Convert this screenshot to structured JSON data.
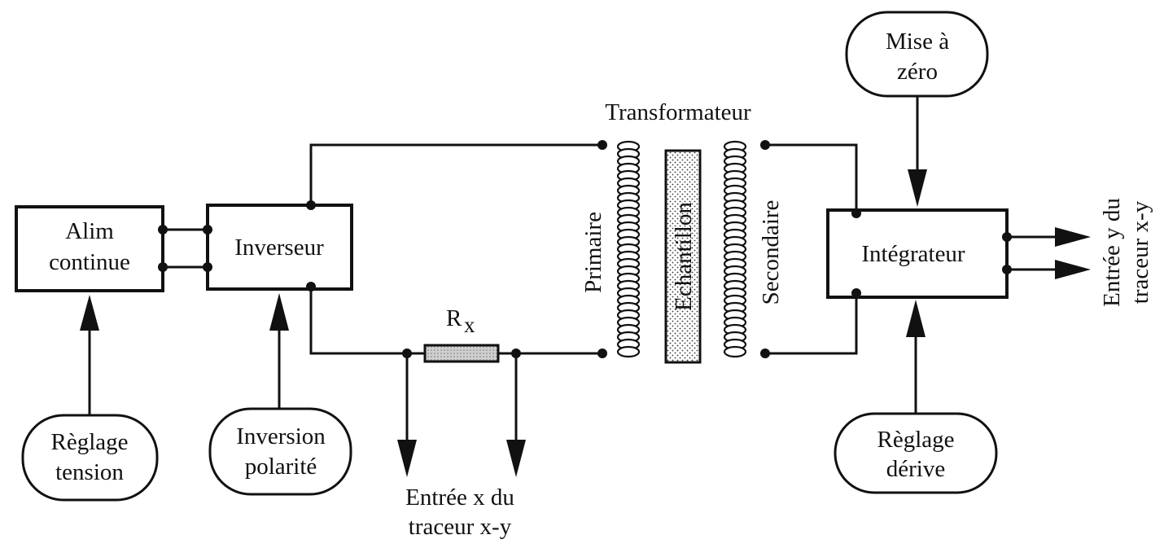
{
  "blocks": {
    "alim_line1": "Alim",
    "alim_line2": "continue",
    "inverseur": "Inverseur",
    "integrateur": "Intégrateur"
  },
  "controls": {
    "reglage_tension_line1": "Règlage",
    "reglage_tension_line2": "tension",
    "inversion_polarite_line1": "Inversion",
    "inversion_polarite_line2": "polarité",
    "mise_a_zero_line1": "Mise à",
    "mise_a_zero_line2": "zéro",
    "reglage_derive_line1": "Règlage",
    "reglage_derive_line2": "dérive"
  },
  "labels": {
    "transformateur": "Transformateur",
    "primaire": "Primaire",
    "secondaire": "Secondaire",
    "echantillon": "Echantillon",
    "rx_main": "R",
    "rx_sub": "x",
    "entree_x_line1": "Entrée x du",
    "entree_x_line2": "traceur x-y",
    "entree_y_line1": "Entrée y du",
    "entree_y_line2": "traceur x-y"
  }
}
